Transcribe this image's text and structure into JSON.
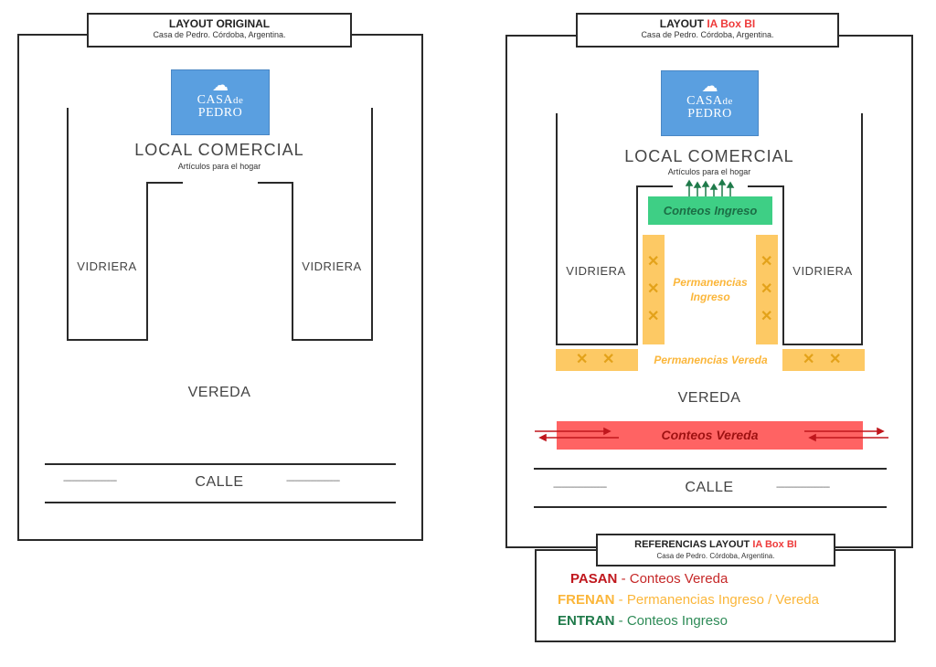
{
  "left_panel": {
    "title": "LAYOUT ORIGINAL",
    "subtitle": "Casa de Pedro. Córdoba, Argentina.",
    "logo": {
      "icon": "cloud-icon",
      "line1": "CASA",
      "line1_suffix": "de",
      "line2": "PEDRO"
    },
    "local_title": "LOCAL COMERCIAL",
    "local_subtitle": "Artículos para el hogar",
    "vidriera_left": "VIDRIERA",
    "vidriera_right": "VIDRIERA",
    "vereda": "VEREDA",
    "calle": "CALLE",
    "dashes": "-------------------------"
  },
  "right_panel": {
    "title_prefix": "LAYOUT",
    "title_accent": "IA Box BI",
    "subtitle": "Casa de Pedro. Córdoba, Argentina.",
    "logo": {
      "icon": "cloud-icon",
      "line1": "CASA",
      "line1_suffix": "de",
      "line2": "PEDRO"
    },
    "local_title": "LOCAL COMERCIAL",
    "local_subtitle": "Artículos para el hogar",
    "vidriera_left": "VIDRIERA",
    "vidriera_right": "VIDRIERA",
    "conteos_ingreso": "Conteos Ingreso",
    "permanencias_ingreso_l1": "Permanencias",
    "permanencias_ingreso_l2": "Ingreso",
    "permanencias_vereda": "Permanencias Vereda",
    "vereda": "VEREDA",
    "conteos_vereda": "Conteos Vereda",
    "calle": "CALLE",
    "dashes": "-------------------------",
    "x_mark": "✕"
  },
  "legend": {
    "title_prefix": "REFERENCIAS LAYOUT",
    "title_accent": "IA Box BI",
    "subtitle": "Casa de Pedro. Córdoba, Argentina.",
    "items": [
      {
        "key": "PASAN",
        "sep": " - ",
        "value": "Conteos Vereda",
        "key_color": "#c0171d",
        "value_color": "#c62828"
      },
      {
        "key": "FRENAN",
        "sep": " - ",
        "value": "Permanencias Ingreso / Vereda",
        "key_color": "#fbb63a",
        "value_color": "#fbb63a"
      },
      {
        "key": "ENTRAN",
        "sep": " - ",
        "value": "Conteos Ingreso",
        "key_color": "#1f7a4a",
        "value_color": "#2e8b57"
      }
    ]
  },
  "colors": {
    "accent_red": "#ee3a3a",
    "logo_blue": "#5a9fe0",
    "green_zone": "#3ecf85",
    "yellow_zone": "#fdc964",
    "red_zone": "#ff6363"
  }
}
